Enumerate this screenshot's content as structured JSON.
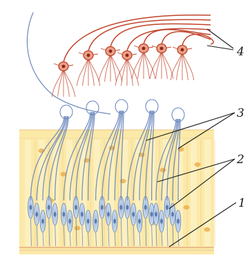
{
  "labels": {
    "l1": "1",
    "l2": "2",
    "l3": "3",
    "l4": "4"
  },
  "colors": {
    "background_yellow": "#fbe9a8",
    "column_light": "#fff6d2",
    "nucleus_orange": "#e9a23a",
    "neuron_red": "#c0442a",
    "neuron_nucleus": "#8e2411",
    "fiber_blue": "#5f7fb8",
    "cell_blue_light": "#c9dcf0",
    "pointer_line": "#1a1a1a"
  },
  "icons": {
    "neuron": "pyramidal-neuron-icon",
    "receptor": "receptor-cell-icon"
  }
}
